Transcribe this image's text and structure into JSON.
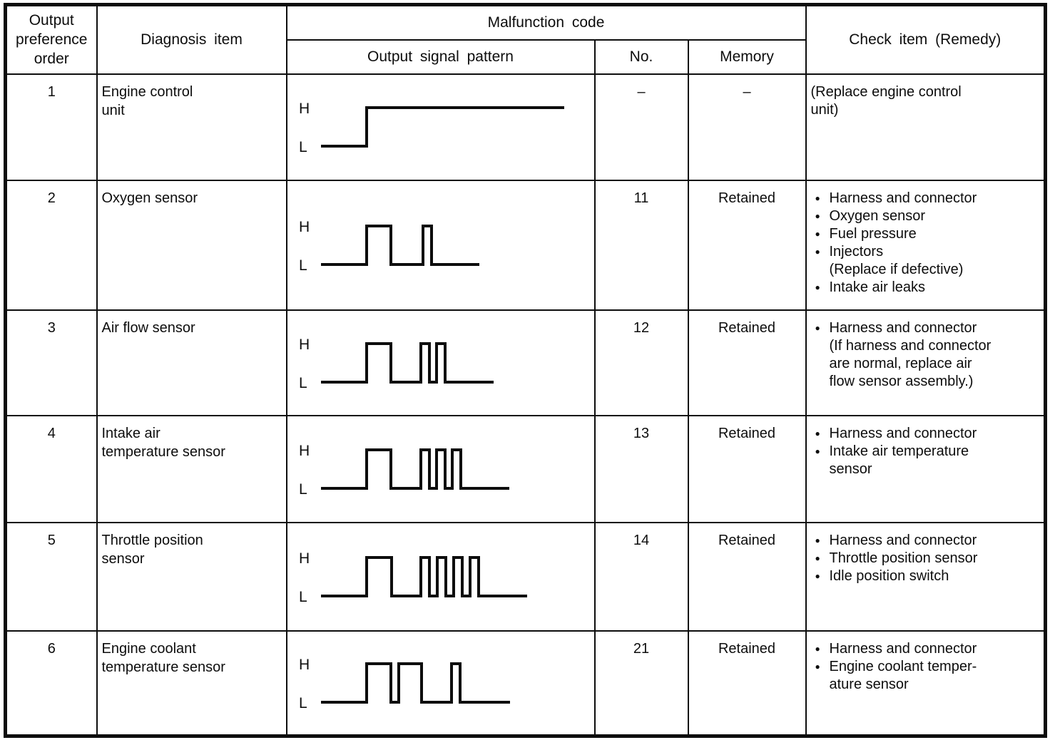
{
  "page": {
    "background": "#ffffff",
    "ink": "#0d0d0d"
  },
  "header": {
    "output_preference_order": "Output\npreference\norder",
    "diagnosis_item": "Diagnosis item",
    "malfunction_code": "Malfunction code",
    "output_signal_pattern": "Output signal pattern",
    "no": "No.",
    "memory": "Memory",
    "check_item": "Check item (Remedy)"
  },
  "signal_levels": {
    "high_label": "H",
    "low_label": "L"
  },
  "rows": [
    {
      "order": "1",
      "diagnosis": "Engine control\nunit",
      "waveform": [
        [
          64,
          0
        ],
        [
          277,
          1
        ]
      ],
      "no": "–",
      "memory": "–",
      "check_items": [
        {
          "bullet": false,
          "text": "(Replace engine control\nunit)"
        }
      ]
    },
    {
      "order": "2",
      "diagnosis": "Oxygen sensor",
      "waveform": [
        [
          64,
          0
        ],
        [
          34,
          1
        ],
        [
          45,
          0
        ],
        [
          12,
          1
        ],
        [
          67,
          0
        ]
      ],
      "no": "11",
      "memory": "Retained",
      "check_items": [
        {
          "bullet": true,
          "text": "Harness and connector"
        },
        {
          "bullet": true,
          "text": "Oxygen sensor"
        },
        {
          "bullet": true,
          "text": "Fuel pressure"
        },
        {
          "bullet": true,
          "text": "Injectors\n(Replace if defective)"
        },
        {
          "bullet": true,
          "text": "Intake air leaks"
        }
      ]
    },
    {
      "order": "3",
      "diagnosis": "Air flow sensor",
      "waveform": [
        [
          64,
          0
        ],
        [
          34,
          1
        ],
        [
          42,
          0
        ],
        [
          12,
          1
        ],
        [
          10,
          0
        ],
        [
          12,
          1
        ],
        [
          68,
          0
        ]
      ],
      "no": "12",
      "memory": "Retained",
      "check_items": [
        {
          "bullet": true,
          "text": "Harness and connector\n(If harness and connector\nare normal, replace air\nflow sensor assembly.)"
        }
      ]
    },
    {
      "order": "4",
      "diagnosis": "Intake air\ntemperature sensor",
      "waveform": [
        [
          64,
          0
        ],
        [
          34,
          1
        ],
        [
          42,
          0
        ],
        [
          12,
          1
        ],
        [
          10,
          0
        ],
        [
          12,
          1
        ],
        [
          10,
          0
        ],
        [
          12,
          1
        ],
        [
          68,
          0
        ]
      ],
      "no": "13",
      "memory": "Retained",
      "check_items": [
        {
          "bullet": true,
          "text": "Harness and connector"
        },
        {
          "bullet": true,
          "text": "Intake air temperature\nsensor"
        }
      ]
    },
    {
      "order": "5",
      "diagnosis": "Throttle position\nsensor",
      "waveform": [
        [
          64,
          0
        ],
        [
          35,
          1
        ],
        [
          41,
          0
        ],
        [
          12,
          1
        ],
        [
          11,
          0
        ],
        [
          12,
          1
        ],
        [
          11,
          0
        ],
        [
          12,
          1
        ],
        [
          11,
          0
        ],
        [
          12,
          1
        ],
        [
          68,
          0
        ]
      ],
      "no": "14",
      "memory": "Retained",
      "check_items": [
        {
          "bullet": true,
          "text": "Harness and connector"
        },
        {
          "bullet": true,
          "text": "Throttle position sensor"
        },
        {
          "bullet": true,
          "text": "Idle position switch"
        }
      ]
    },
    {
      "order": "6",
      "diagnosis": "Engine coolant\ntemperature sensor",
      "waveform": [
        [
          64,
          0
        ],
        [
          34,
          1
        ],
        [
          11,
          0
        ],
        [
          32,
          1
        ],
        [
          42,
          0
        ],
        [
          12,
          1
        ],
        [
          70,
          0
        ]
      ],
      "no": "21",
      "memory": "Retained",
      "check_items": [
        {
          "bullet": true,
          "text": "Harness and connector"
        },
        {
          "bullet": true,
          "text": "Engine coolant temper-\nature sensor"
        }
      ]
    }
  ]
}
